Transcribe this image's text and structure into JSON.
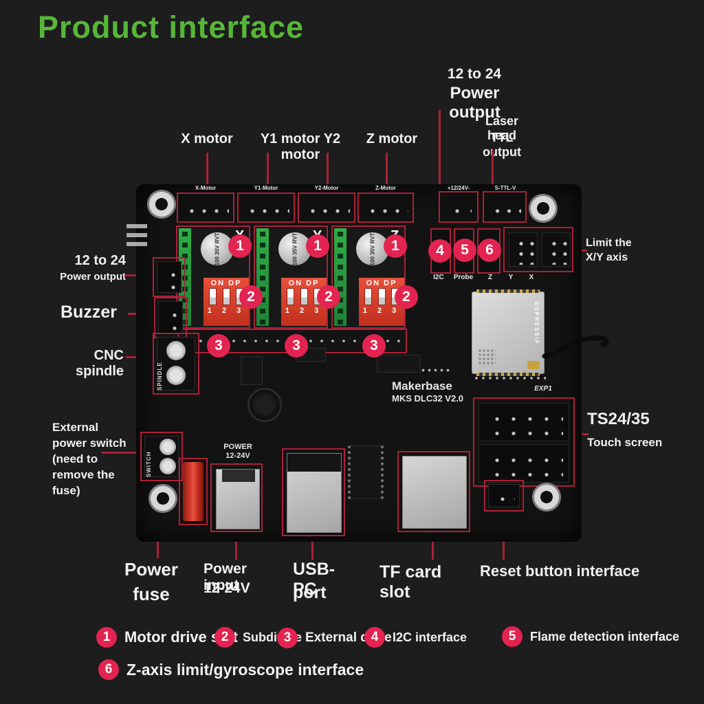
{
  "title": "Product interface",
  "colors": {
    "background": "#1d1d1d",
    "title_green": "#57b637",
    "callout_red": "#ab2138",
    "badge_red": "#e32450",
    "label_white": "#f1f1f1"
  },
  "callouts": {
    "x_motor": "X motor",
    "y_motors": "Y1 motor Y2 motor",
    "z_motor": "Z motor",
    "power_top": [
      "12 to 24",
      "Power output"
    ],
    "laser": [
      "Laser head",
      "TTL output"
    ],
    "limit": [
      "Limit the",
      "X/Y axis"
    ],
    "power_left": [
      "12 to 24",
      "Power output"
    ],
    "buzzer": "Buzzer",
    "spindle": "CNC spindle",
    "ext_switch": [
      "External",
      "power switch",
      "(need to",
      "remove the",
      "fuse)"
    ],
    "touch": [
      "TS24/35",
      "Touch screen"
    ],
    "fuse": [
      "Power",
      "fuse"
    ],
    "power_in": [
      "Power input",
      "12-24V"
    ],
    "usb": [
      "USB-PC",
      "port"
    ],
    "tf": "TF card slot",
    "reset": "Reset button interface"
  },
  "board": {
    "connector_labels": {
      "x": "X-Motor",
      "y1": "Y1-Motor",
      "y2": "Y2-Motor",
      "z": "Z-Motor",
      "pwr": "+12/24V-",
      "ttl": "S-TTL-V"
    },
    "axes": {
      "x": "X",
      "y": "Y",
      "z": "Z"
    },
    "dip": {
      "on": "ON DP",
      "nums": "1 2 3"
    },
    "cap_label": "100 35V RVT",
    "port_labels": {
      "i2c": "I2C",
      "probe": "Probe",
      "z": "Z",
      "y": "Y",
      "x": "X"
    },
    "brand": "Makerbase",
    "model": "MKS DLC32 V2.0",
    "exp": "EXP1",
    "module": "ESPRESSIF",
    "power_silk": [
      "POWER",
      "12-24V"
    ],
    "switch_silk": "SWITCH",
    "spindle_silk": "SPINDLE"
  },
  "badges": {
    "n1": "1",
    "n2": "2",
    "n3": "3",
    "n4": "4",
    "n5": "5",
    "n6": "6"
  },
  "legend": [
    {
      "num": "1",
      "label": "Motor drive slot"
    },
    {
      "num": "2",
      "label": "Subdivide"
    },
    {
      "num": "3",
      "label": "External drive"
    },
    {
      "num": "4",
      "label": "I2C interface"
    },
    {
      "num": "5",
      "label": "Flame detection interface"
    },
    {
      "num": "6",
      "label": "Z-axis limit/gyroscope interface"
    }
  ]
}
